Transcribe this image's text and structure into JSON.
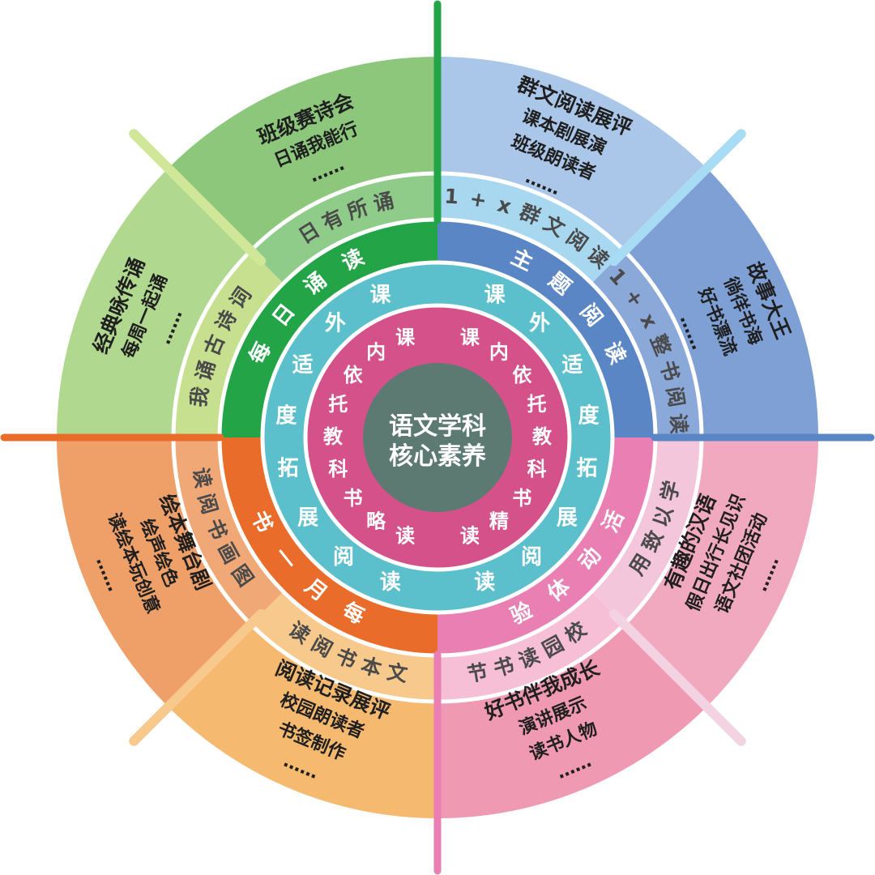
{
  "center": {
    "line1": "语文学科",
    "line2": "核心素养"
  },
  "colors": {
    "center": "#5d7a72",
    "core": "#d4518a",
    "middle": "#5bc0cc",
    "separator": "#ffffff"
  },
  "core": {
    "left_chars": [
      "课",
      "内",
      "依",
      "托",
      "教",
      "科",
      "书",
      "略",
      "读"
    ],
    "right_chars": [
      "课",
      "内",
      "依",
      "托",
      "教",
      "科",
      "书",
      "精",
      "读"
    ]
  },
  "middle": {
    "left_chars": [
      "课",
      "外",
      "适",
      "度",
      "拓",
      "展",
      "阅",
      "读"
    ],
    "right_chars": [
      "课",
      "外",
      "适",
      "度",
      "拓",
      "展",
      "阅",
      "读"
    ]
  },
  "quadrants": [
    {
      "id": "top-left",
      "ring_label": "每日诵读",
      "ring_color": "#22a447",
      "bands": [
        {
          "label": "日有所诵",
          "color": "#8fcc8a",
          "activities": [
            "班级赛诗会",
            "日诵我能行",
            "……"
          ],
          "outer_color": "#8cc77c"
        },
        {
          "label": "我诵古诗词",
          "color": "#c7e08f",
          "activities": [
            "经典咏传诵",
            "每周一起诵",
            "……"
          ],
          "outer_color": "#b1d88f"
        }
      ],
      "axis_color": "#22a447",
      "diag_color": "#d0e698"
    },
    {
      "id": "top-right",
      "ring_label": "主题阅读",
      "ring_color": "#5b86c5",
      "bands": [
        {
          "label": "1+x群文阅读",
          "color": "#a8d8f0",
          "activities": [
            "群文阅读展评",
            "课本剧展演",
            "班级朗读者",
            "……"
          ],
          "outer_color": "#aac6e8"
        },
        {
          "label": "1+x整书阅读",
          "color": "#8aa8d8",
          "activities": [
            "故事大王",
            "徜徉书海",
            "好书漂流",
            "……"
          ],
          "outer_color": "#7fa0d4"
        }
      ],
      "axis_color": "#5b86c5",
      "diag_color": "#a8dcf5"
    },
    {
      "id": "bottom-right",
      "ring_label": "活动体验",
      "ring_color": "#e97fb3",
      "bands": [
        {
          "label": "学以致用",
          "color": "#f3c6dc",
          "activities": [
            "有趣的汉语",
            "假日出行长见识",
            "语文社团活动",
            "……"
          ],
          "outer_color": "#f0a9bf"
        },
        {
          "label": "校园读书节",
          "color": "#f7bfd6",
          "activities": [
            "好书伴我成长",
            "演讲展示",
            "读书人物",
            "……"
          ],
          "outer_color": "#f099b3"
        }
      ],
      "axis_color": "#e97fb3",
      "diag_color": "#f3d2e2"
    },
    {
      "id": "bottom-left",
      "ring_label": "每月一书",
      "ring_color": "#ea6c2a",
      "bands": [
        {
          "label": "文本书阅读",
          "color": "#f8c98c",
          "activities": [
            "阅读记录展评",
            "校园朗读者",
            "书签制作",
            "……"
          ],
          "outer_color": "#f5b96f"
        },
        {
          "label": "图画书阅读",
          "color": "#f0a877",
          "activities": [
            "绘本舞台剧",
            "绘声绘色",
            "读绘本玩创意",
            "……"
          ],
          "outer_color": "#eea068"
        }
      ],
      "axis_color": "#ea6c2a",
      "diag_color": "#f8c98c"
    }
  ]
}
